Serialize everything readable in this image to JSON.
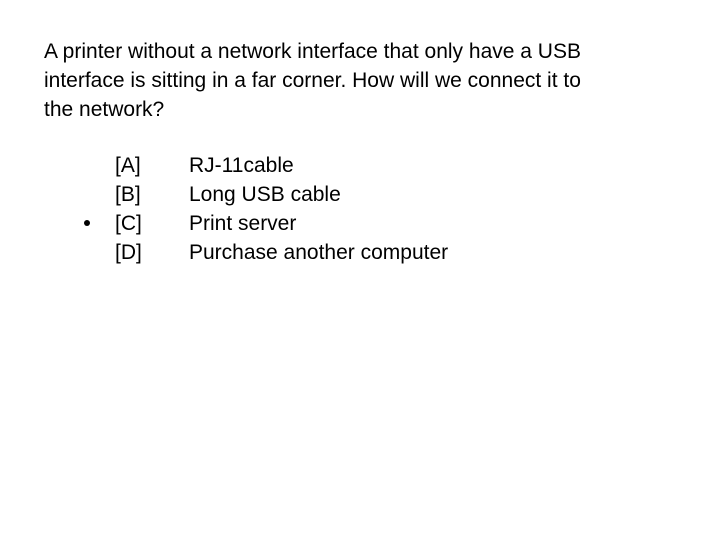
{
  "question": {
    "text": "A printer without a network interface that only have a USB\ninterface is sitting in a far corner. How will we connect it to\nthe network?"
  },
  "options": [
    {
      "letter": "[A]",
      "text": "RJ-11cable",
      "bulleted": false
    },
    {
      "letter": "[B]",
      "text": "Long USB cable",
      "bulleted": false
    },
    {
      "letter": "[C]",
      "text": "Print server",
      "bulleted": true
    },
    {
      "letter": "[D]",
      "text": "Purchase another computer",
      "bulleted": false
    }
  ],
  "icons": {
    "bullet": "bullet-dot-icon"
  },
  "colors": {
    "text": "#000000",
    "background": "#ffffff"
  }
}
